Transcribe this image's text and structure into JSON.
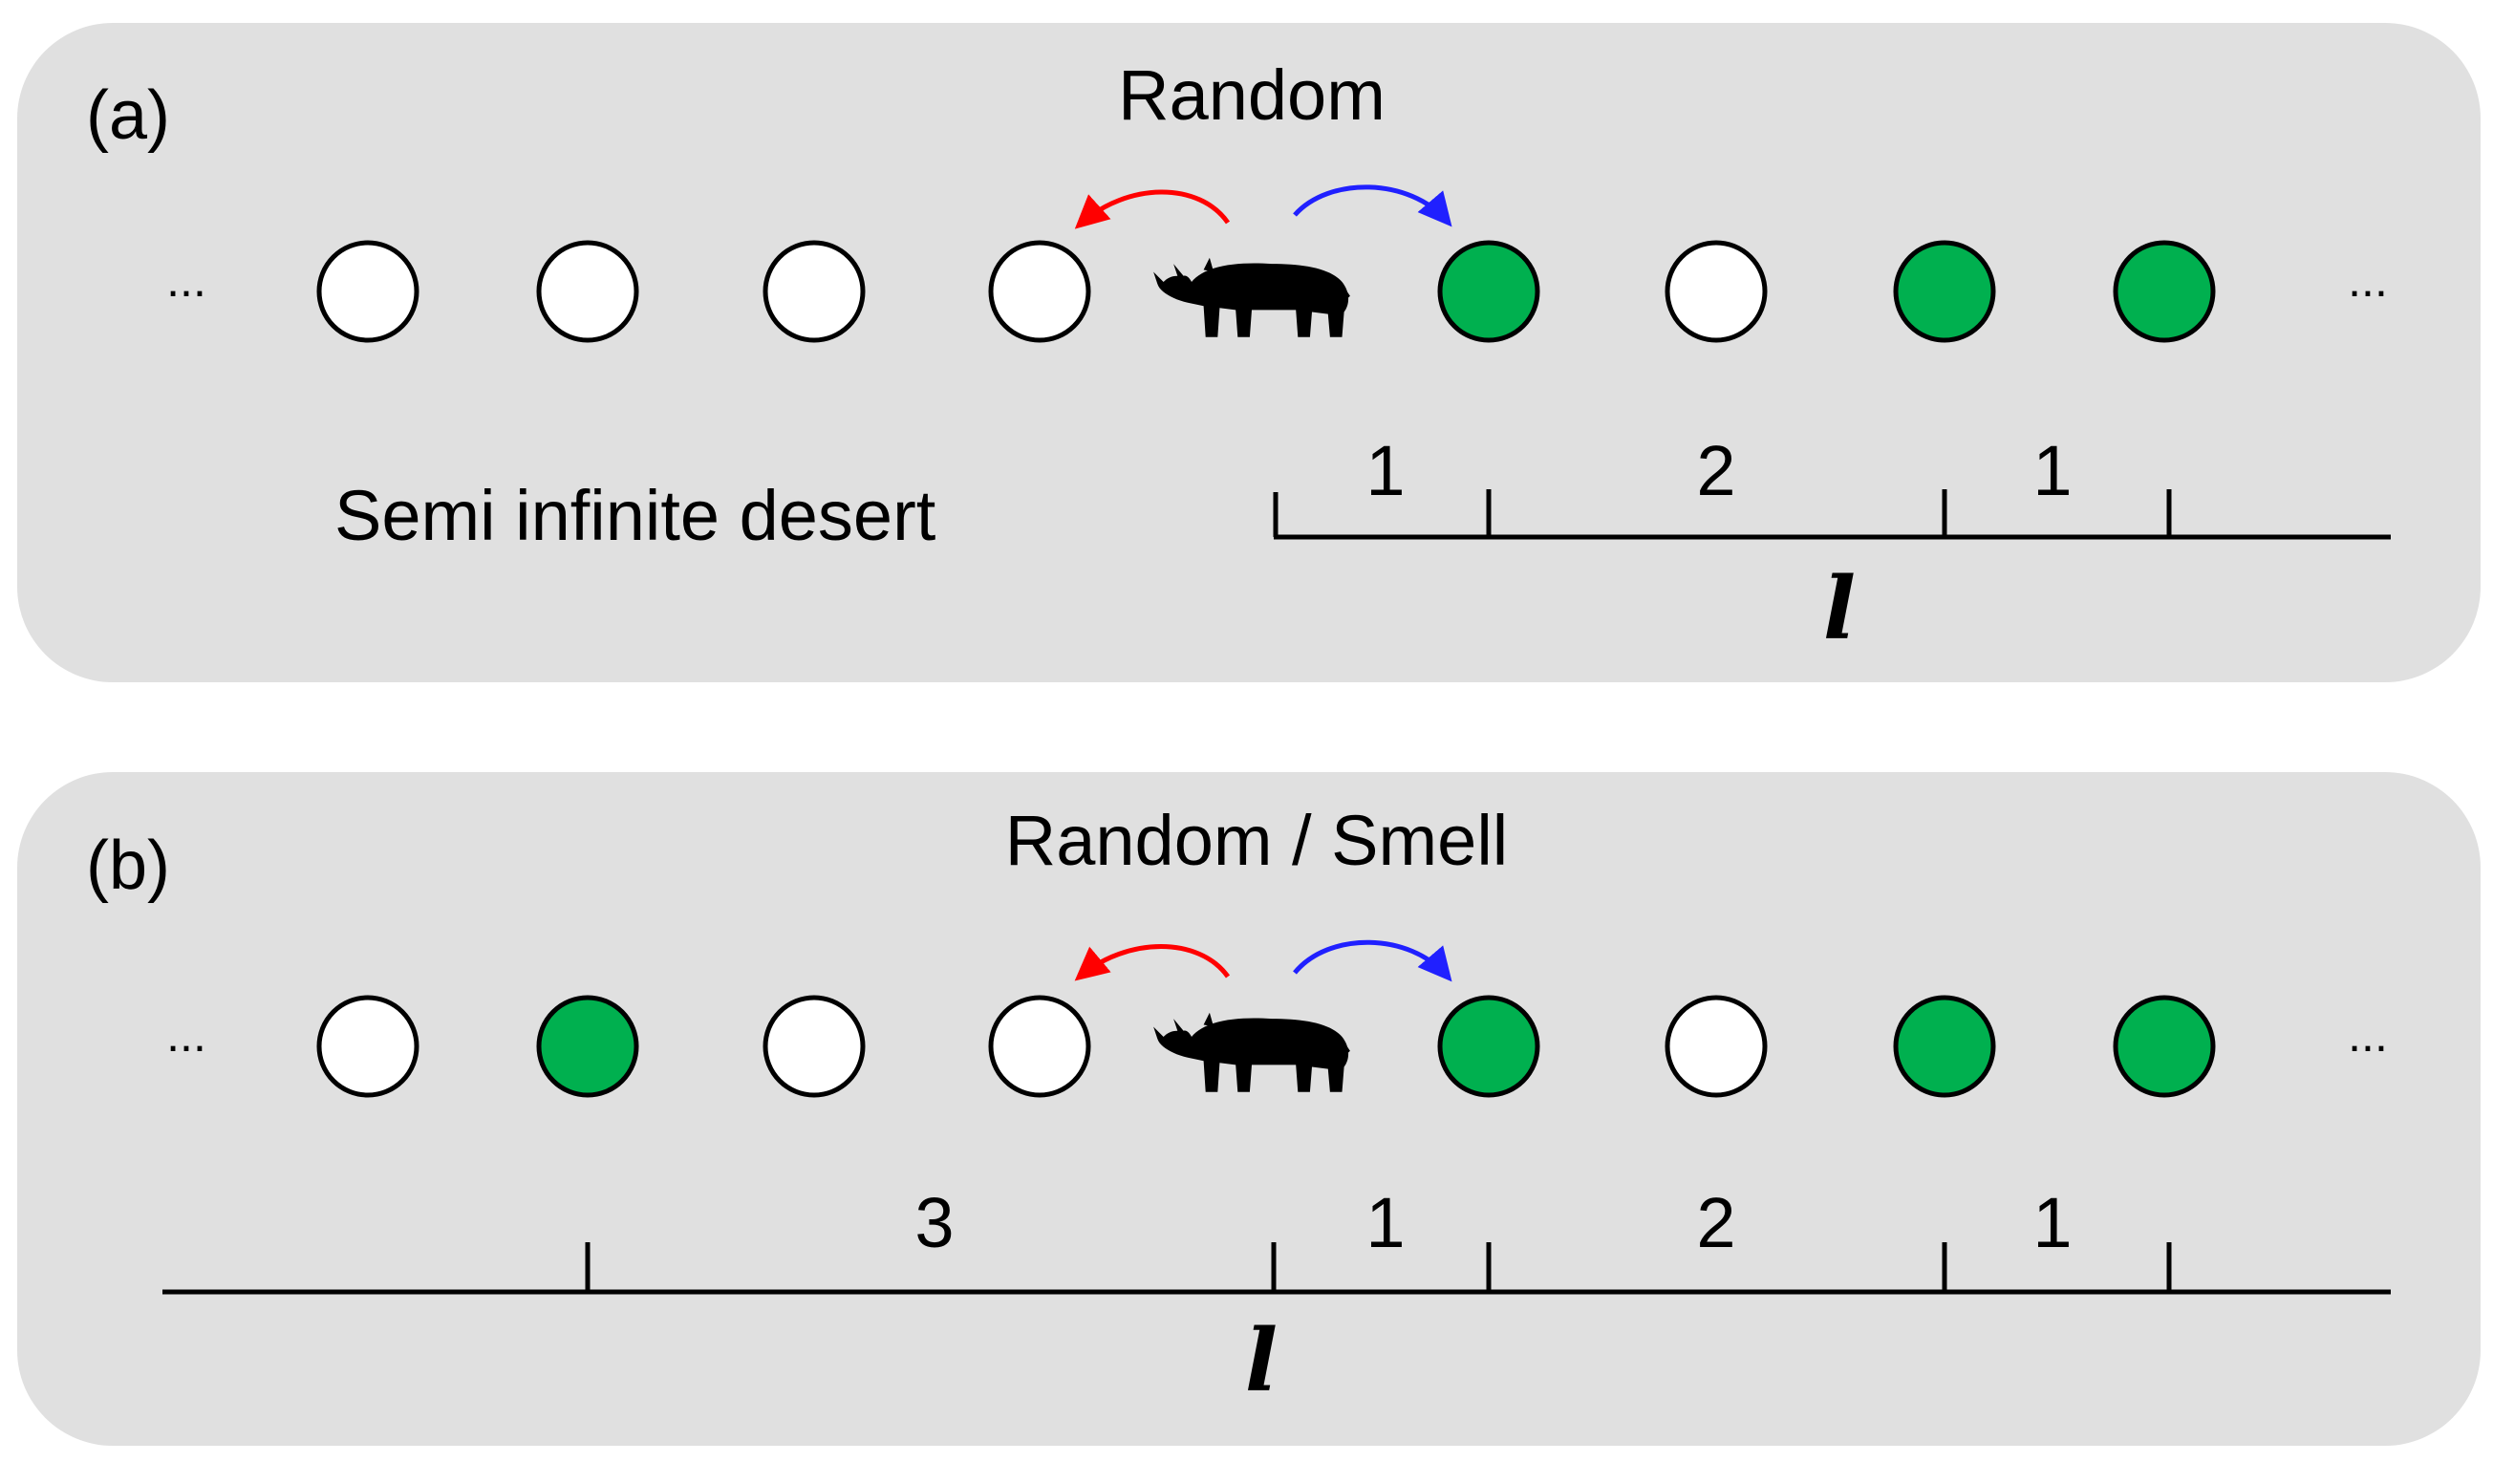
{
  "colors": {
    "panel_bg": "#e0e0e0",
    "food": "#00b04f",
    "empty": "#ffffff",
    "outline": "#000000",
    "arrow_left": "#ff0000",
    "arrow_right": "#2020ff",
    "rhino": "#000000"
  },
  "icons": {
    "walker": "rhino-icon"
  },
  "panels": [
    {
      "tag": "(a)",
      "title": "Random",
      "left_ellipsis": "...",
      "right_ellipsis": "...",
      "note": "Semi infinite desert",
      "sites": [
        "empty",
        "empty",
        "empty",
        "empty",
        "walker",
        "food",
        "empty",
        "food",
        "food"
      ],
      "segments": [
        "1",
        "2",
        "1"
      ],
      "axis_symbol": "l"
    },
    {
      "tag": "(b)",
      "title": "Random / Smell",
      "left_ellipsis": "...",
      "right_ellipsis": "...",
      "note": "",
      "sites": [
        "empty",
        "food",
        "empty",
        "empty",
        "walker",
        "food",
        "empty",
        "food",
        "food"
      ],
      "segments": [
        "3",
        "1",
        "2",
        "1"
      ],
      "axis_symbol": "l"
    }
  ]
}
